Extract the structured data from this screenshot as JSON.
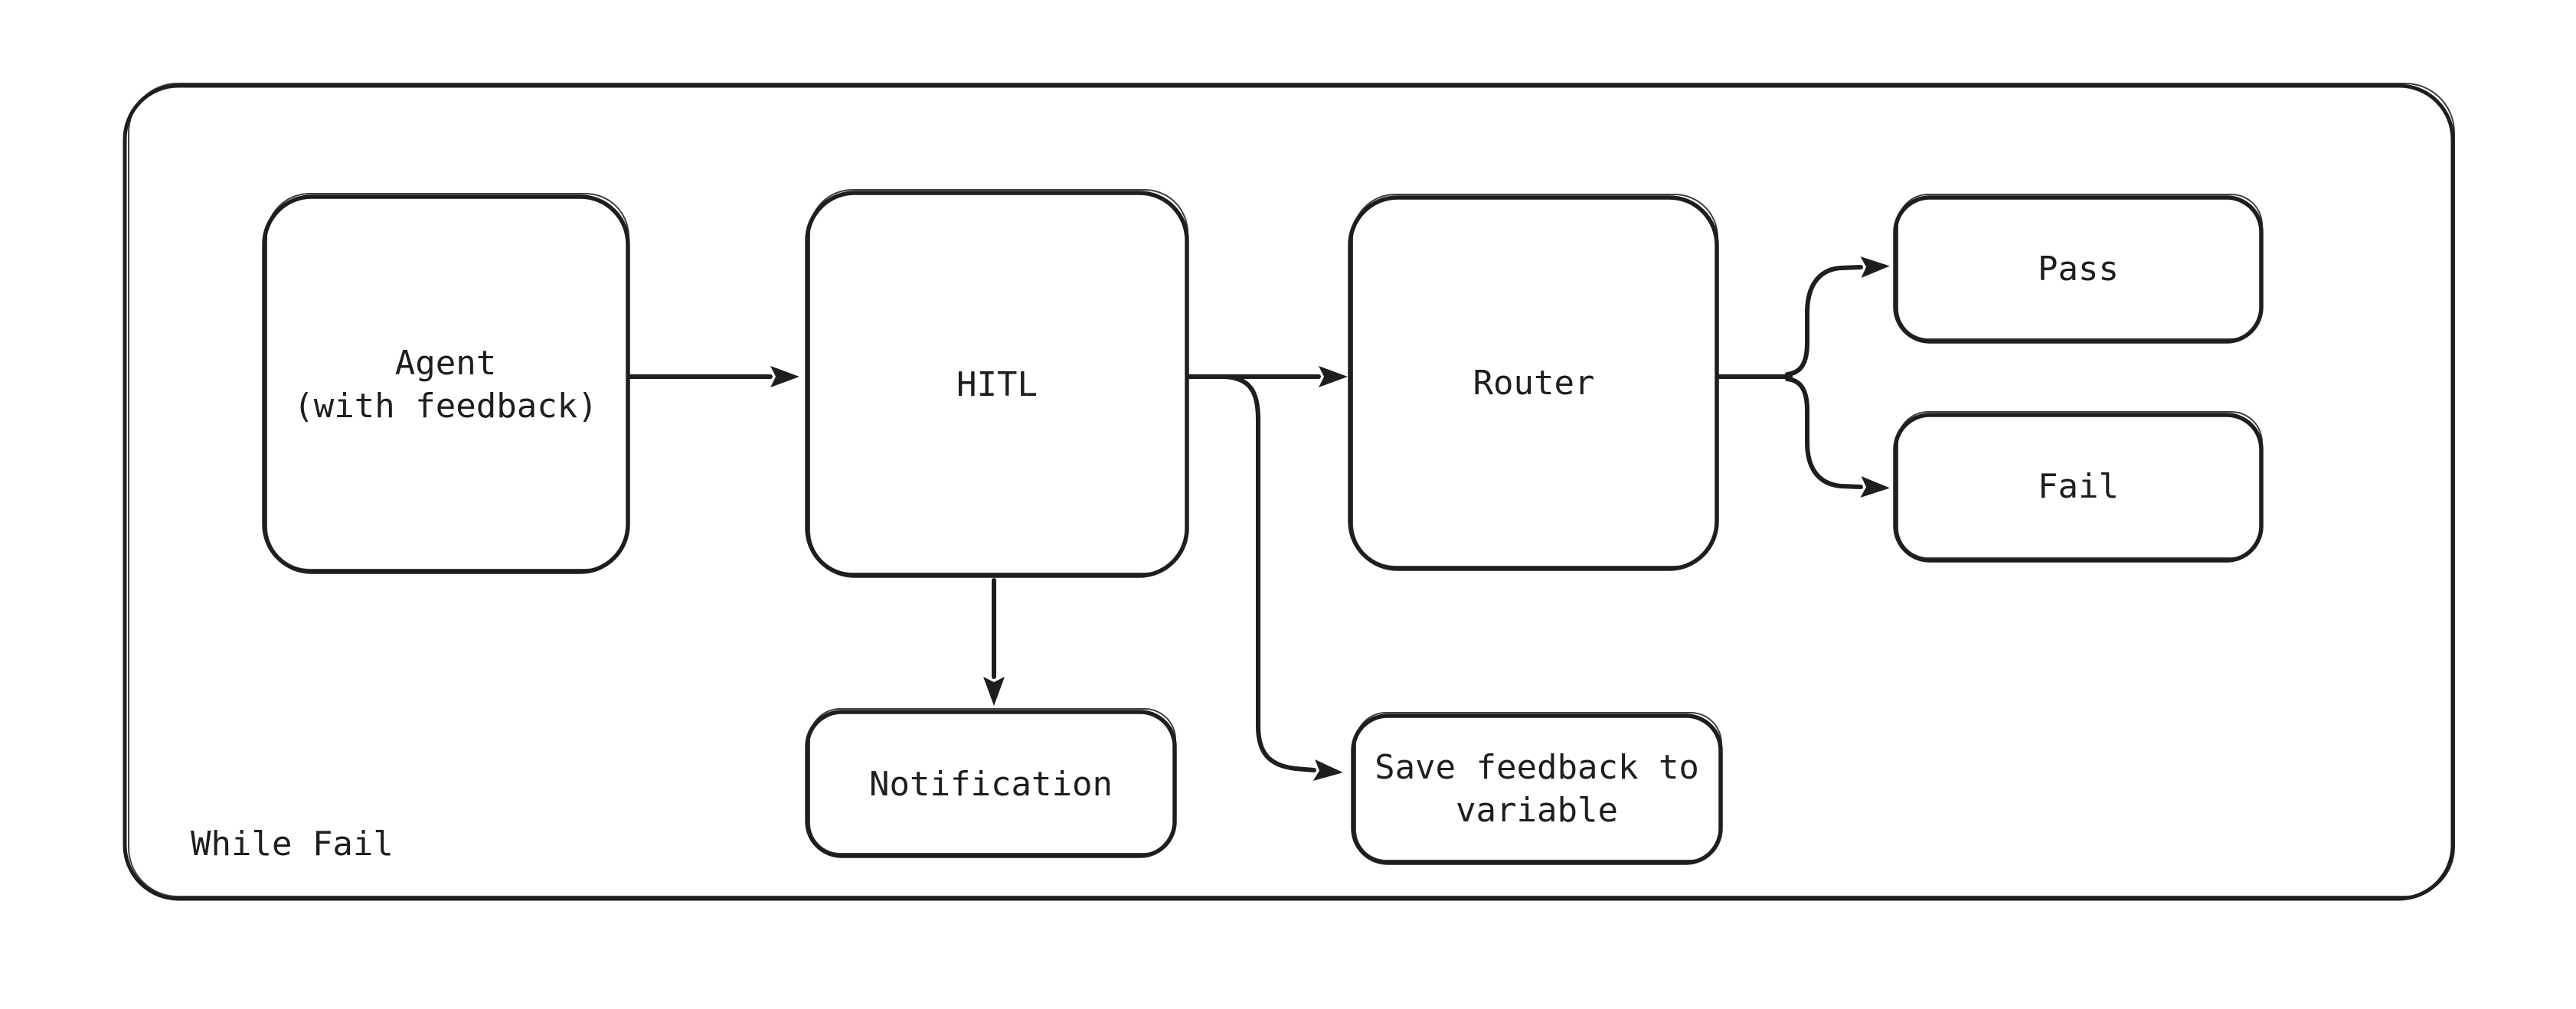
{
  "diagram": {
    "type": "flowchart",
    "frame": {
      "label": "While Fail"
    },
    "nodes": {
      "agent": {
        "label_line1": "Agent",
        "label_line2": "(with feedback)"
      },
      "hitl": {
        "label": "HITL"
      },
      "router": {
        "label": "Router"
      },
      "pass": {
        "label": "Pass"
      },
      "fail": {
        "label": "Fail"
      },
      "notification": {
        "label": "Notification"
      },
      "save_feedback": {
        "label_line1": "Save feedback to",
        "label_line2": "variable"
      }
    },
    "edges": [
      {
        "from": "agent",
        "to": "hitl",
        "style": "straight-arrow"
      },
      {
        "from": "hitl",
        "to": "router",
        "style": "straight-arrow"
      },
      {
        "from": "hitl",
        "to": "notification",
        "style": "straight-arrow"
      },
      {
        "from": "hitl",
        "to": "save_feedback",
        "style": "elbow-arrow"
      },
      {
        "from": "router",
        "to": "pass",
        "style": "fork-arrow"
      },
      {
        "from": "router",
        "to": "fail",
        "style": "fork-arrow"
      }
    ],
    "colors": {
      "stroke": "#1e1e1e",
      "background": "#ffffff"
    }
  }
}
